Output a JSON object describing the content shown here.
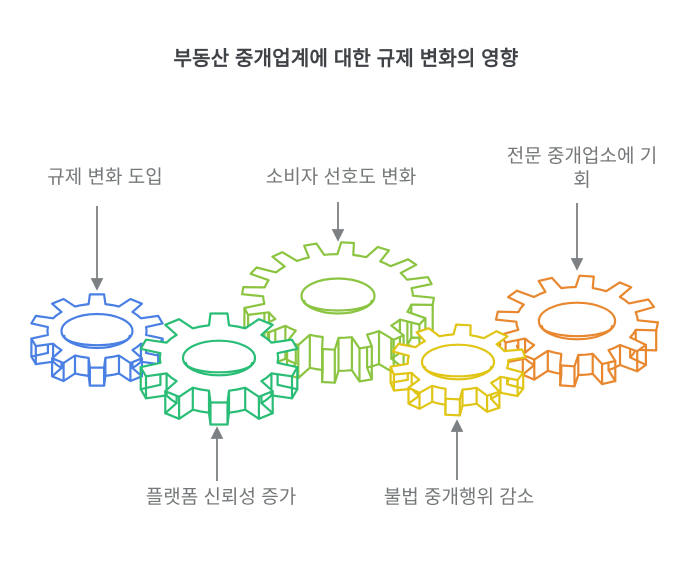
{
  "title": "부동산 중개업계에 대한 규제 변화의 영향",
  "nodes": {
    "regulation_change": {
      "label": "규제 변화 도입",
      "gear_color_name": "blue"
    },
    "consumer_preference": {
      "label": "소비자 선호도 변화",
      "gear_color_name": "green"
    },
    "professional_opportunity": {
      "label": "전문 중개업소에 기회",
      "label_line1": "전문 중개업소에 기",
      "label_line2": "회",
      "gear_color_name": "orange"
    },
    "platform_trust": {
      "label": "플랫폼 신뢰성 증가",
      "gear_color_name": "emerald"
    },
    "illegal_brokerage": {
      "label": "불법 중개행위 감소",
      "gear_color_name": "yellow"
    }
  },
  "colors": {
    "gear_blue": "#4a80e4",
    "gear_emerald": "#29bd76",
    "gear_green": "#8bc440",
    "gear_yellow": "#e0c515",
    "gear_orange": "#e8872e",
    "arrow_gray": "#7d8082",
    "title_text": "#3f4347",
    "label_text": "#75787a",
    "background": "#ffffff"
  }
}
